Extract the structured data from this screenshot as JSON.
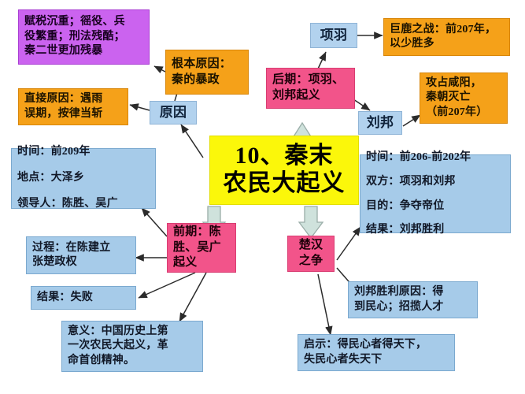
{
  "diagram": {
    "title": "10、秦末农民大起义",
    "palette": {
      "blue": "#a6cbe9",
      "blue_small": "#b2d2ee",
      "orange": "#f5a119",
      "pink": "#f2548a",
      "purple": "#cb63ef",
      "yellow": "#fbf70a",
      "block_arrow": "#cfe2dc",
      "arrow_line": "#2b2b2b"
    },
    "nodes": {
      "center": "10、秦末\n农民大起义",
      "cause": "原因",
      "cause_root": "根本原因：\n秦的暴政",
      "cause_root_detail": "赋税沉重；徭役、兵\n役繁重；刑法残酷；\n秦二世更加残暴",
      "cause_direct": "直接原因：遇雨\n误期，按律当斩",
      "early_stage": "前期：陈\n胜、吴广\n起义",
      "early_basic": "时间：前209年\n\n地点：大泽乡\n\n领导人：陈胜、吴广",
      "early_process": "过程：在陈建立\n张楚政权",
      "early_result": "结果：失败",
      "early_meaning": "意义：中国历史上第\n一次农民大起义，革\n命首创精神。",
      "late_stage": "后期：项羽、\n刘邦起义",
      "xiang_yu": "项羽",
      "liu_bang": "刘邦",
      "julu_battle": "巨鹿之战：前207年，\n以少胜多",
      "xianyang": "攻占咸阳，\n秦朝灭亡\n（前207年）",
      "chuhan": "楚汉\n之争",
      "chuhan_detail": "时间：前206-前202年\n\n双方：项羽和刘邦\n\n目的：争夺帝位\n\n结果：刘邦胜利",
      "chuhan_reason": "刘邦胜利原因：得\n到民心；招揽人才",
      "chuhan_lesson": "启示：得民心者得天下，\n失民心者失天下"
    }
  }
}
